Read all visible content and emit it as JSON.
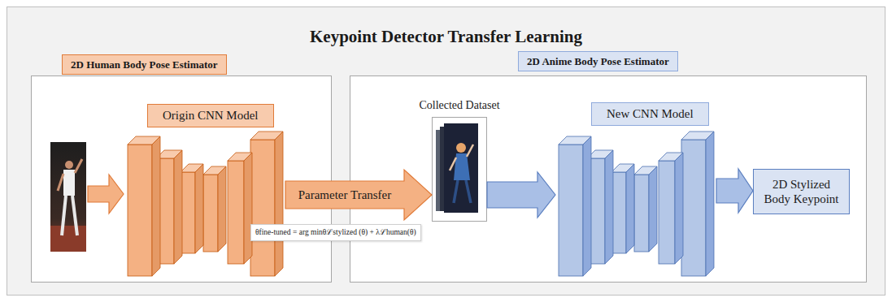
{
  "diagram": {
    "title": "Keypoint Detector Transfer Learning",
    "nodes": [
      {
        "text": [
          "2D Human Body Pose Estimator"
        ]
      },
      {
        "text": [
          "Origin CNN Model"
        ],
        "in": 0
      },
      {
        "text": [
          "2D Anime Body Pose Estimator"
        ]
      },
      {
        "text": [
          "Collected Dataset"
        ],
        "in": 2
      },
      {
        "text": [
          "New CNN Model"
        ],
        "in": 2
      },
      {
        "text": [
          "2D Stylized Body Keypoint"
        ],
        "in": 2
      }
    ],
    "edges": [
      {
        "from": 1,
        "to": 3,
        "arrow": "to",
        "label": "Parameter Transfer"
      },
      {
        "from": 3,
        "to": 4,
        "arrow": "to"
      },
      {
        "from": 4,
        "to": 5,
        "arrow": "to"
      }
    ],
    "labels": [
      "θfine-tuned = arg minθℒstylized (θ) + λℒhuman(θ)"
    ]
  }
}
